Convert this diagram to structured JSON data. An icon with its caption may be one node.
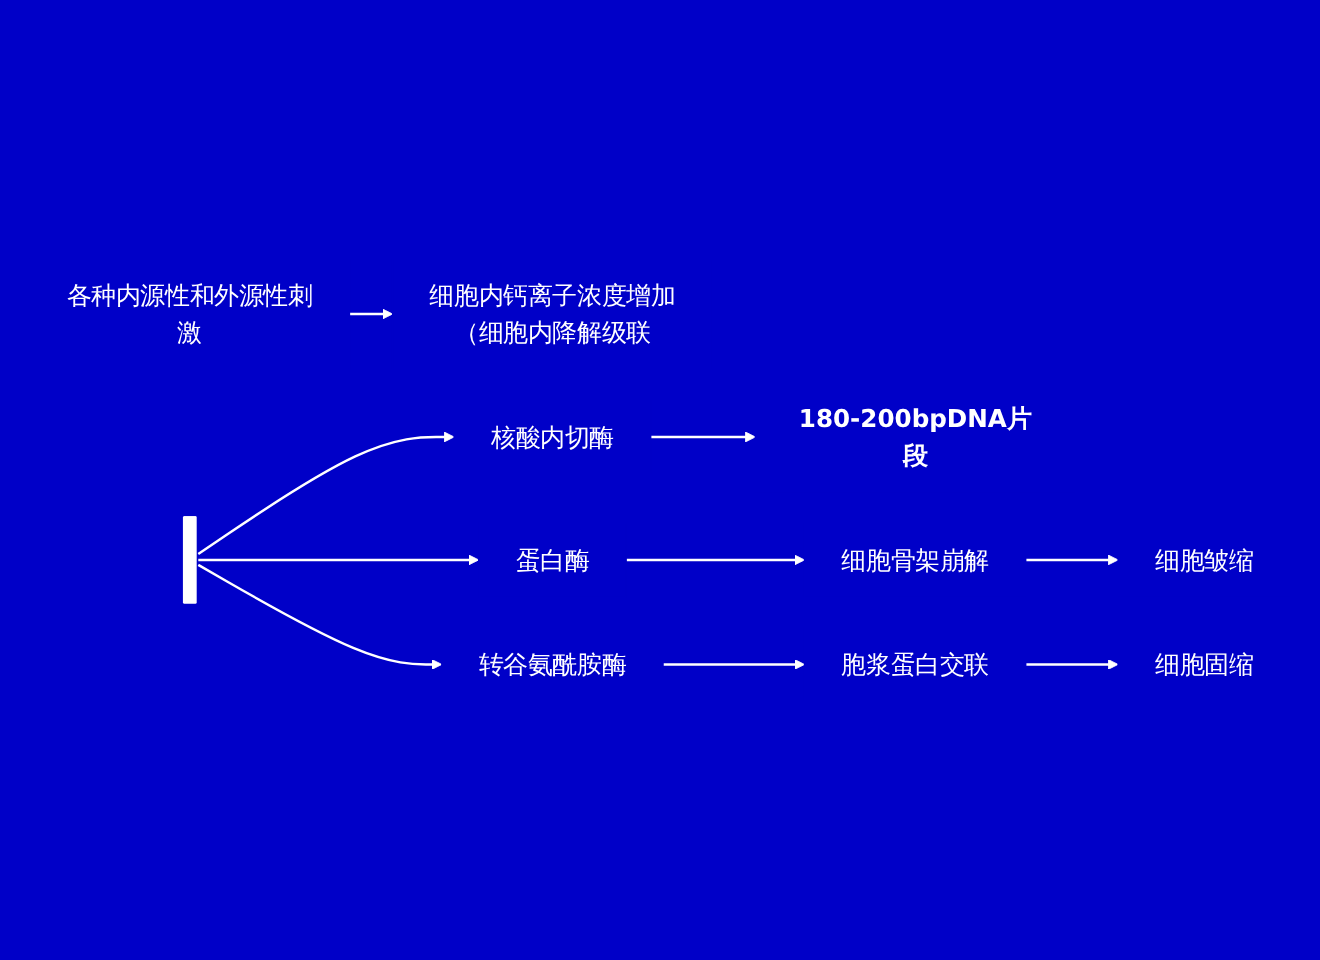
{
  "diagram": {
    "nodes": [
      {
        "text": [
          "各种内源性和外源性刺激"
        ]
      },
      {
        "text": [
          "细胞内钙离子浓度增加（细胞内降解级联"
        ]
      },
      {
        "text": [],
        "shape": "bar"
      },
      {
        "text": [
          "核酸内切酶"
        ]
      },
      {
        "text": [
          "180-200bpDNA片段"
        ]
      },
      {
        "text": [
          "蛋白酶"
        ]
      },
      {
        "text": [
          "细胞骨架崩解"
        ]
      },
      {
        "text": [
          "细胞皱缩"
        ]
      },
      {
        "text": [
          "转谷氨酰胺酶"
        ]
      },
      {
        "text": [
          "胞浆蛋白交联"
        ]
      },
      {
        "text": [
          "细胞固缩"
        ]
      }
    ],
    "edges": [
      {
        "from": 0,
        "to": 1,
        "arrow": "to"
      },
      {
        "from": 2,
        "to": 3,
        "arrow": "to"
      },
      {
        "from": 2,
        "to": 5,
        "arrow": "to"
      },
      {
        "from": 2,
        "to": 8,
        "arrow": "to"
      },
      {
        "from": 3,
        "to": 4,
        "arrow": "to"
      },
      {
        "from": 5,
        "to": 6,
        "arrow": "to"
      },
      {
        "from": 6,
        "to": 7,
        "arrow": "to"
      },
      {
        "from": 8,
        "to": 9,
        "arrow": "to"
      },
      {
        "from": 9,
        "to": 10,
        "arrow": "to"
      }
    ]
  }
}
